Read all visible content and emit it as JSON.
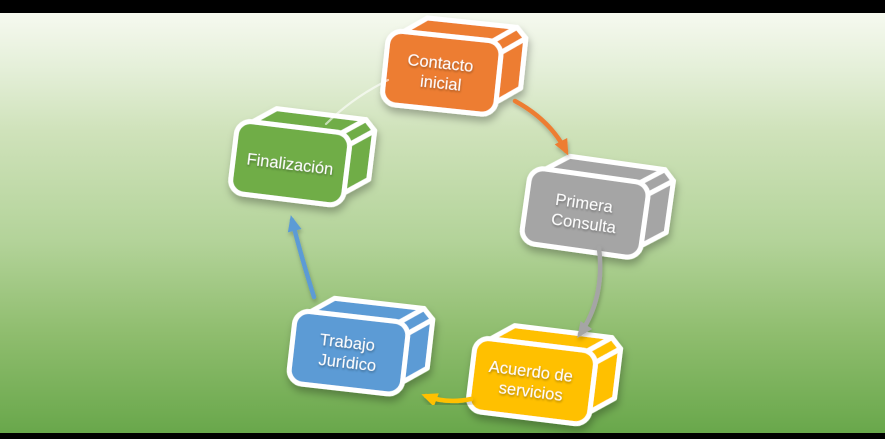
{
  "background": {
    "gradient_top": "#f7faf1",
    "gradient_mid": "#b3d399",
    "gradient_bottom": "#6aa84c",
    "letterbox_color": "#000000"
  },
  "diagram": {
    "type": "cycle",
    "text_color": "#ffffff",
    "border_color": "#ffffff",
    "nodes": [
      {
        "id": "contacto-inicial",
        "label": "Contacto inicial",
        "lines": [
          "Contacto",
          "inicial"
        ],
        "color": "#ED7D31"
      },
      {
        "id": "primera-consulta",
        "label": "Primera Consulta",
        "lines": [
          "Primera",
          "Consulta"
        ],
        "color": "#A5A5A5"
      },
      {
        "id": "acuerdo-de-servicios",
        "label": "Acuerdo de servicios",
        "lines": [
          "Acuerdo de",
          "servicios"
        ],
        "color": "#FFC000"
      },
      {
        "id": "trabajo-juridico",
        "label": "Trabajo Jurídico",
        "lines": [
          "Trabajo",
          "Jurídico"
        ],
        "color": "#5B9BD5"
      },
      {
        "id": "finalizacion",
        "label": "Finalización",
        "lines": [
          "Finalización"
        ],
        "color": "#70AD47"
      }
    ],
    "connectors": [
      {
        "from": "Contacto inicial",
        "to": "Primera Consulta",
        "color": "#ED7D31",
        "style": "arrow"
      },
      {
        "from": "Primera Consulta",
        "to": "Acuerdo de servicios",
        "color": "#A5A5A5",
        "style": "arrow"
      },
      {
        "from": "Acuerdo de servicios",
        "to": "Trabajo Jurídico",
        "color": "#FFC000",
        "style": "arrow"
      },
      {
        "from": "Trabajo Jurídico",
        "to": "Finalización",
        "color": "#5B9BD5",
        "style": "arrow"
      },
      {
        "from": "Finalización",
        "to": "Contacto inicial",
        "color": "#FFFFFF",
        "style": "thin-faint"
      }
    ]
  }
}
